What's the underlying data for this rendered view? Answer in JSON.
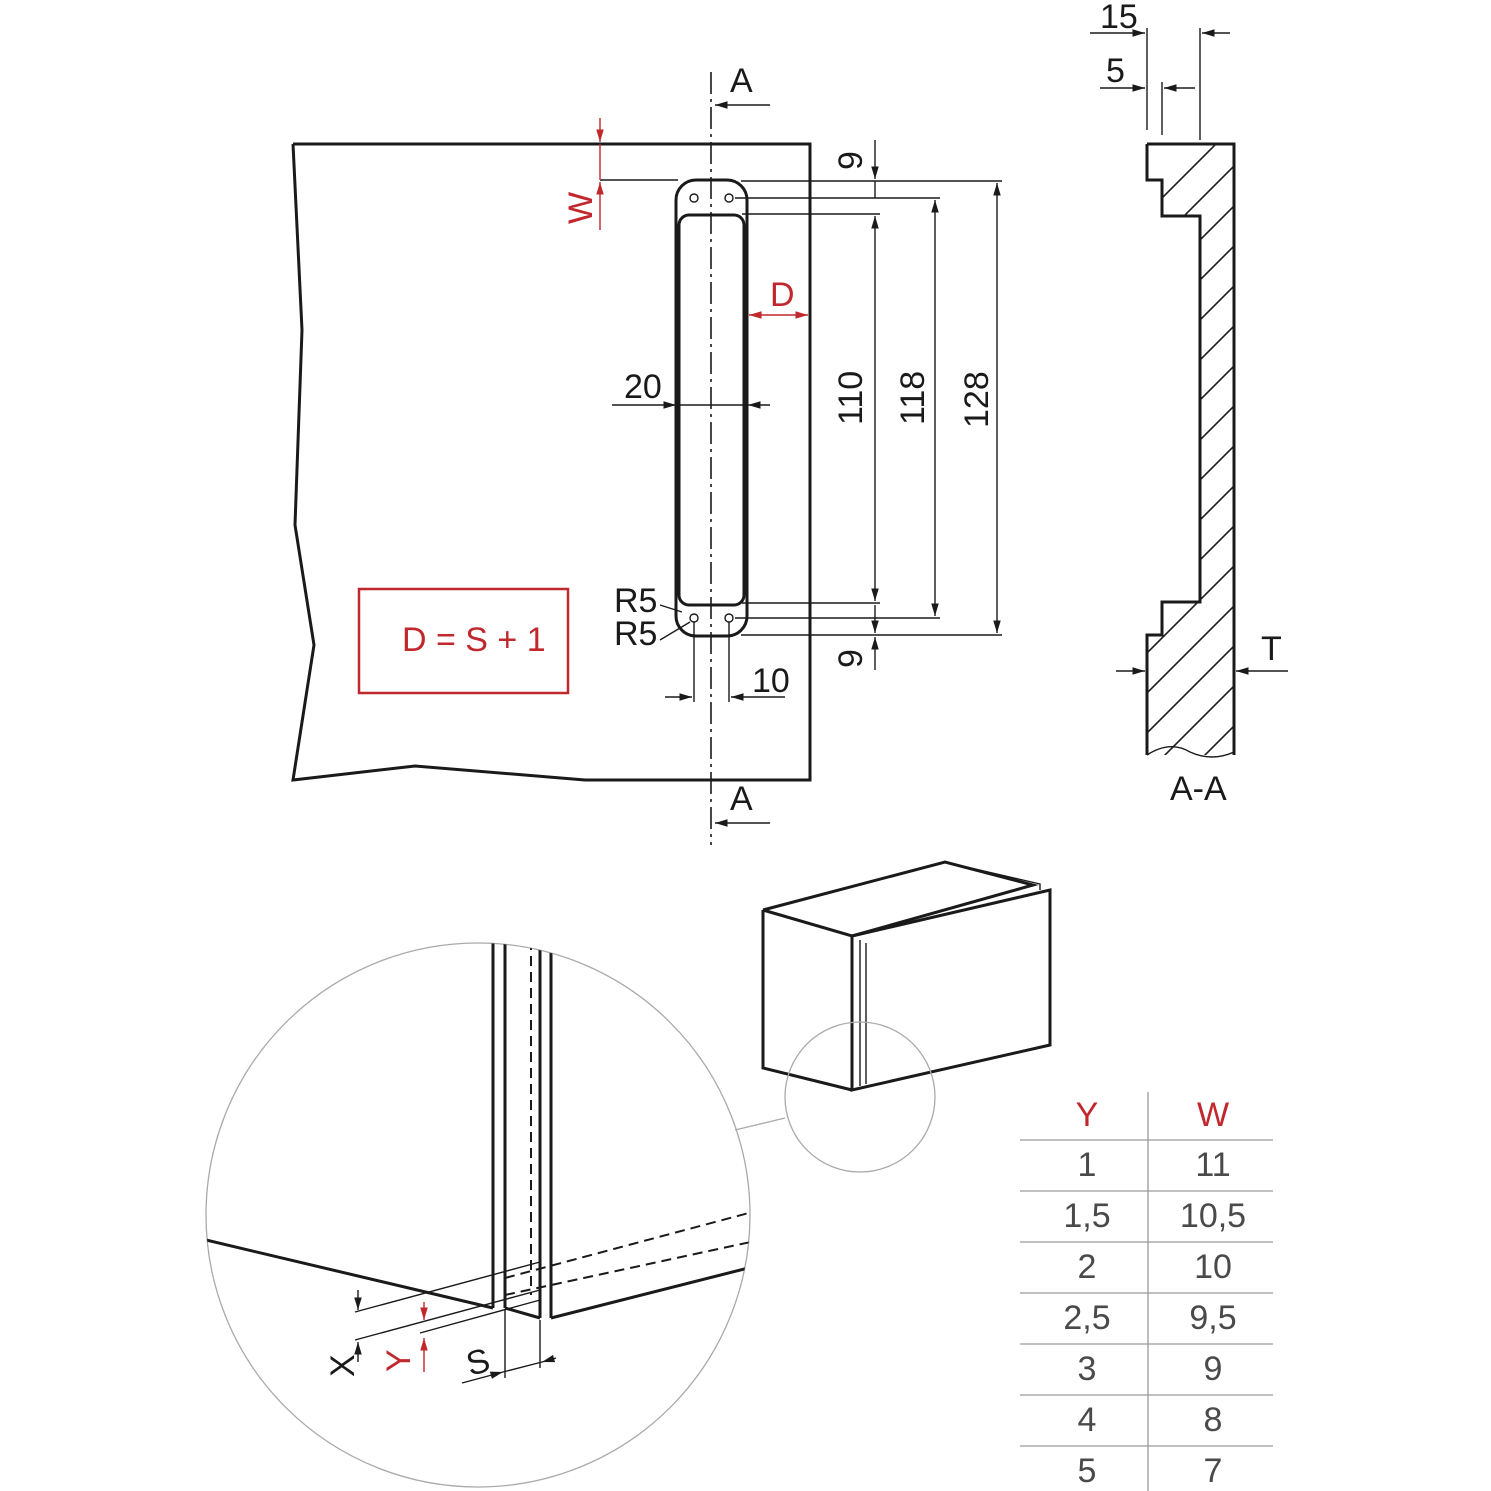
{
  "section_marker": "A",
  "section_view_label": "A-A",
  "formula": "D = S + 1",
  "front_view": {
    "labels": {
      "w": "W",
      "d": "D",
      "width_20": "20",
      "r5_top": "R5",
      "r5_bottom": "R5",
      "hole_offset": "10"
    },
    "vertical_dims": {
      "top_9": "9",
      "d110": "110",
      "d118": "118",
      "d128": "128",
      "bottom_9": "9"
    }
  },
  "section_view": {
    "top_15": "15",
    "top_5": "5",
    "t": "T"
  },
  "detail_view": {
    "x": "X",
    "y": "Y",
    "s": "S"
  },
  "table": {
    "headers": [
      "Y",
      "W"
    ],
    "rows": [
      [
        "1",
        "11"
      ],
      [
        "1,5",
        "10,5"
      ],
      [
        "2",
        "10"
      ],
      [
        "2,5",
        "9,5"
      ],
      [
        "3",
        "9"
      ],
      [
        "4",
        "8"
      ],
      [
        "5",
        "7"
      ]
    ]
  },
  "colors": {
    "accent_red": "#c0282d",
    "line": "#1a1a1a",
    "table_text": "#4a4a4a",
    "table_rule": "#9a9a9a"
  }
}
